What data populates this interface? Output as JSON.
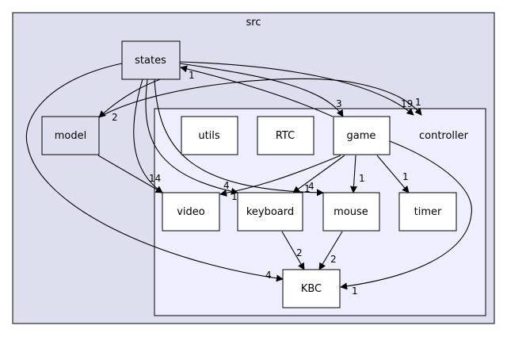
{
  "clusters": {
    "outer": {
      "label": "src",
      "fill": "#dddeee"
    },
    "inner": {
      "label": "controller",
      "fill": "#eeeeff"
    }
  },
  "nodes": {
    "states": {
      "label": "states",
      "fill": "#dddeee"
    },
    "model": {
      "label": "model",
      "fill": "#dddeee"
    },
    "utils": {
      "label": "utils",
      "fill": "#ffffff"
    },
    "rtc": {
      "label": "RTC",
      "fill": "#ffffff"
    },
    "game": {
      "label": "game",
      "fill": "#ffffff"
    },
    "video": {
      "label": "video",
      "fill": "#ffffff"
    },
    "keyboard": {
      "label": "keyboard",
      "fill": "#ffffff"
    },
    "mouse": {
      "label": "mouse",
      "fill": "#ffffff"
    },
    "timer": {
      "label": "timer",
      "fill": "#ffffff"
    },
    "kbc": {
      "label": "KBC",
      "fill": "#ffffff"
    }
  },
  "edge_labels": {
    "game_to_states": "1",
    "states_to_game": "3",
    "states_to_model": "2",
    "states_to_controller": "19",
    "model_to_controller": "1",
    "states_to_video": "14",
    "game_to_video": "4",
    "video_extra": "1",
    "states_to_keyboard": "4",
    "keyboard_extra": "1",
    "game_to_mouse": "1",
    "game_to_timer": "1",
    "states_to_kbc": "4",
    "keyboard_to_kbc": "2",
    "mouse_to_kbc": "2",
    "game_to_kbc": "1"
  }
}
